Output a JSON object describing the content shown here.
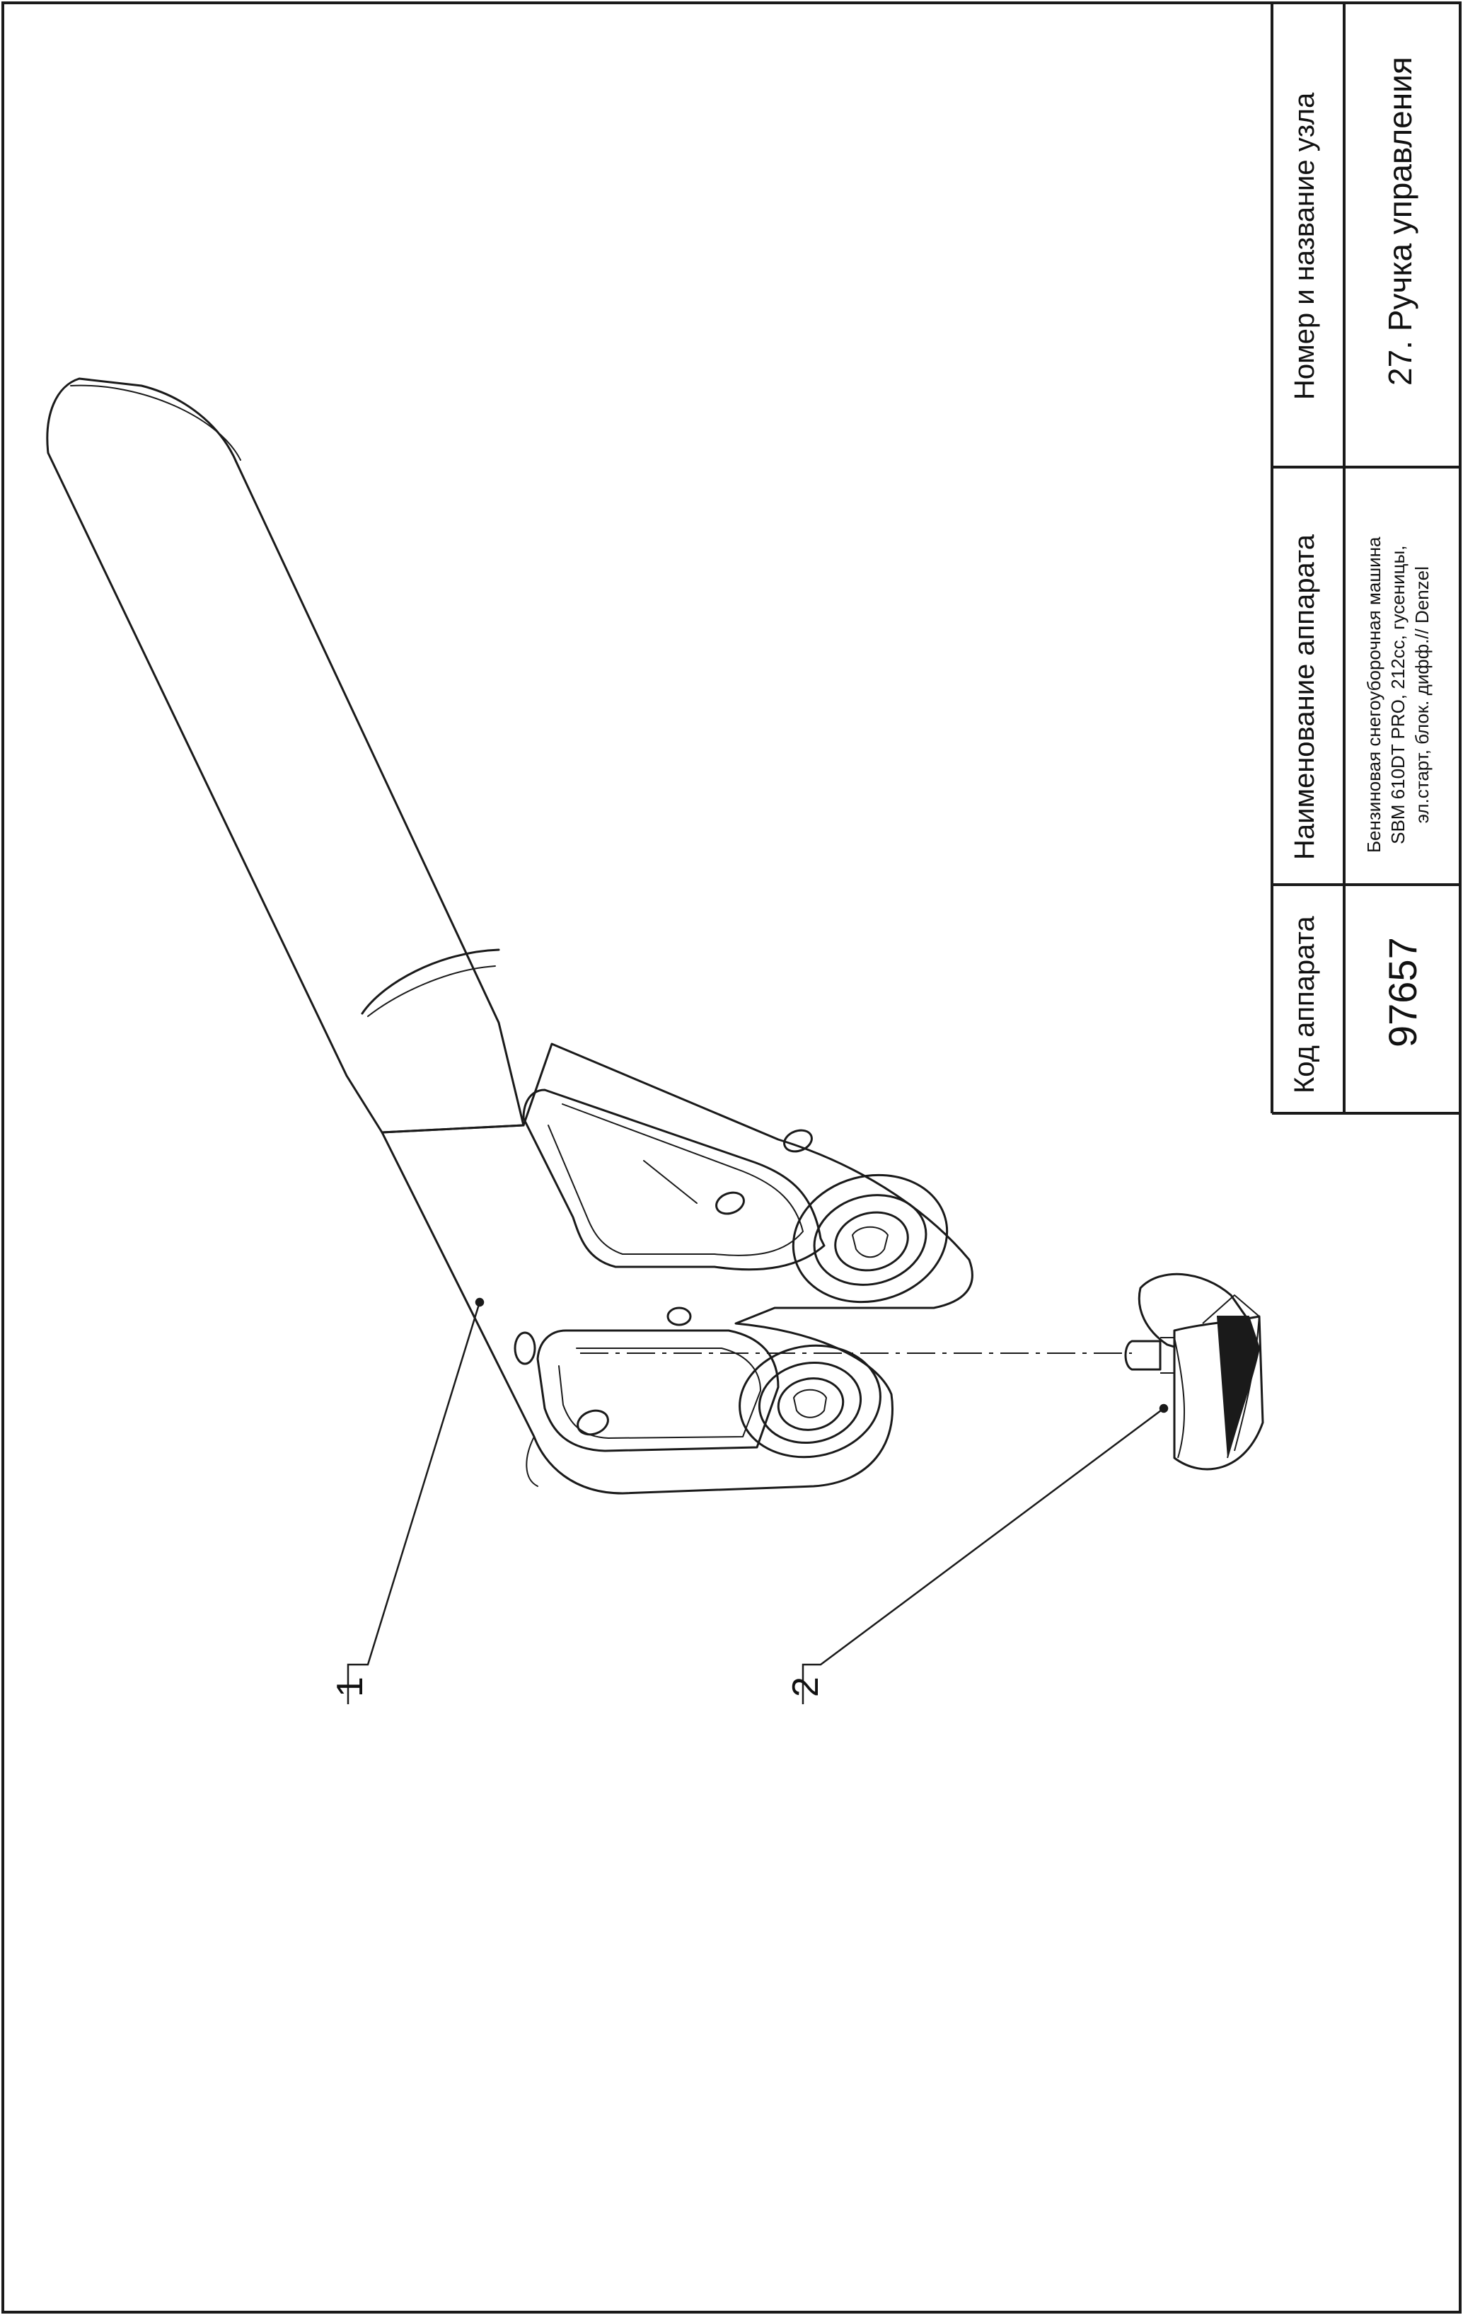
{
  "title_block": {
    "headers": {
      "code": "Код аппарата",
      "device_name": "Наименование аппарата",
      "node": "Номер и название узла"
    },
    "code_value": "97657",
    "device_name_lines": [
      "Бензиновая снегоуборочная машина",
      "SBM 610DT PRO, 212cc, гусеницы,",
      "эл.старт, блок. дифф.// Denzel"
    ],
    "node_value": "27. Ручка управления"
  },
  "callouts": [
    "1",
    "2"
  ],
  "colors": {
    "line": "#1a1a1a",
    "background": "#ffffff"
  }
}
